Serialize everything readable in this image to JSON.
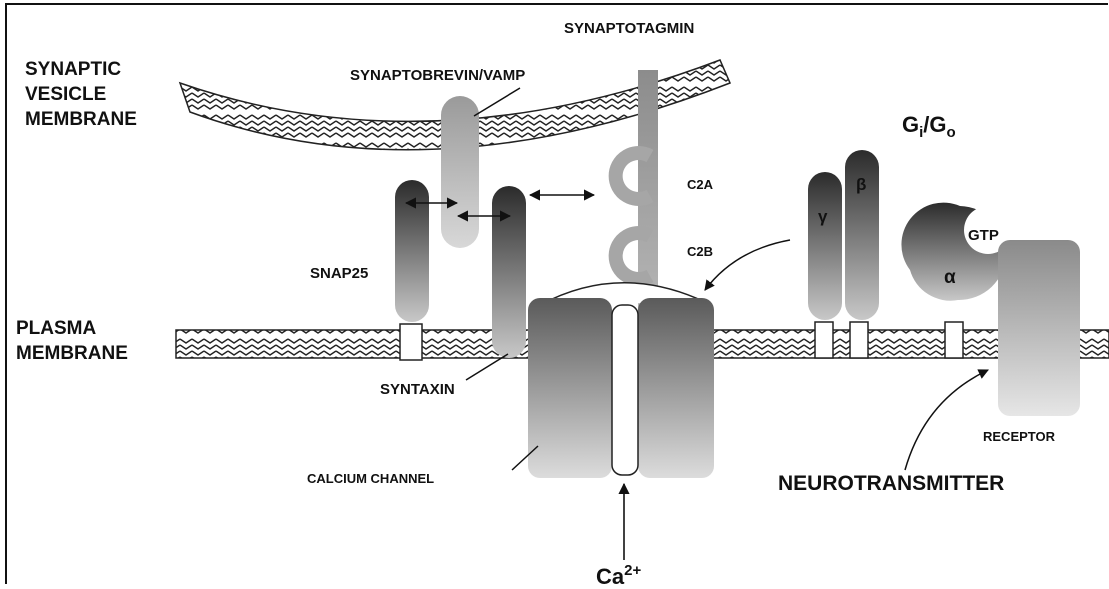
{
  "labels": {
    "synaptic_vesicle_membrane": [
      "SYNAPTIC",
      "VESICLE",
      "MEMBRANE"
    ],
    "plasma_membrane": [
      "PLASMA",
      "MEMBRANE"
    ],
    "synaptobrevin": "SYNAPTOBREVIN/VAMP",
    "synaptotagmin": "SYNAPTOTAGMIN",
    "c2a": "C2A",
    "c2b": "C2B",
    "snap25": "SNAP25",
    "syntaxin": "SYNTAXIN",
    "calcium_channel": "CALCIUM CHANNEL",
    "calcium_base": "Ca",
    "calcium_sup": "2+",
    "g_protein": {
      "G1": "G",
      "sub1": "i",
      "slash": "/",
      "G2": "G",
      "sub2": "o"
    },
    "gamma": "γ",
    "beta": "β",
    "alpha": "α",
    "gtp": "GTP",
    "receptor": "RECEPTOR",
    "neurotransmitter": "NEUROTRANSMITTER"
  }
}
